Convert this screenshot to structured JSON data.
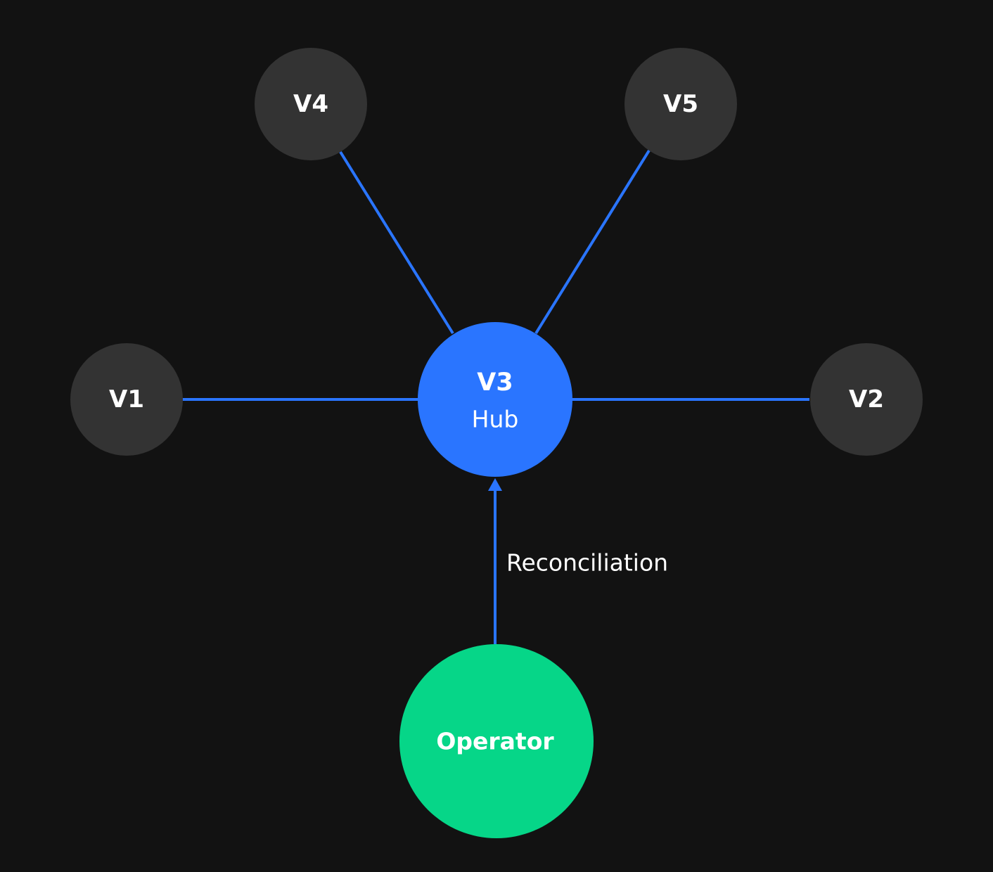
{
  "colors": {
    "background": "#121212",
    "node": "#333333",
    "hub": "#2a75ff",
    "operator": "#06d688",
    "edge": "#2a75ff",
    "text": "#ffffff"
  },
  "nodes": {
    "v1": {
      "label": "V1"
    },
    "v2": {
      "label": "V2"
    },
    "v4": {
      "label": "V4"
    },
    "v5": {
      "label": "V5"
    },
    "hub": {
      "label": "V3",
      "sublabel": "Hub"
    },
    "operator": {
      "label": "Operator"
    }
  },
  "edges": {
    "reconciliation": {
      "label": "Reconciliation"
    }
  }
}
